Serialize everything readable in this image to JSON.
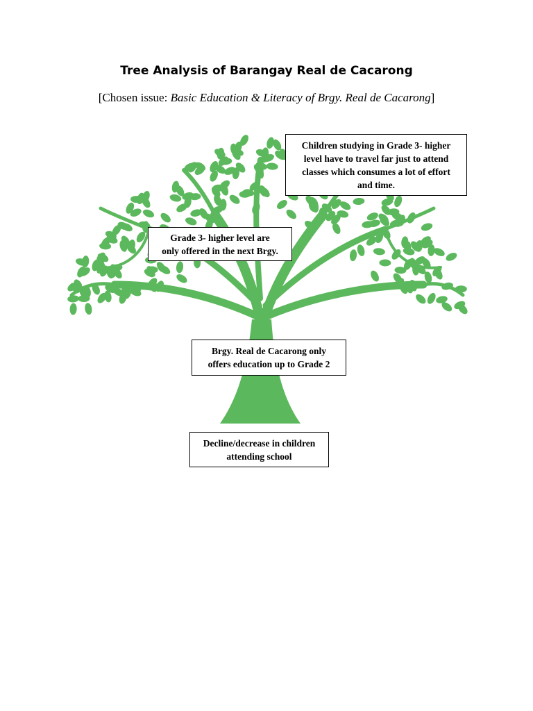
{
  "document": {
    "title": "Tree Analysis of Barangay Real de Cacarong",
    "subtitle_prefix": "[Chosen issue: ",
    "subtitle_italic": "Basic Education & Literacy of Brgy. Real de Cacarong",
    "subtitle_suffix": "]"
  },
  "tree": {
    "color": "#5cb85c",
    "notes": {
      "leaves": "Children studying in Grade 3- higher\nlevel have to travel far just to attend\nclasses which consumes a lot of effort\nand time.",
      "branches": "Grade 3- higher level are\nonly offered in the next Brgy.",
      "trunk": "Brgy. Real de Cacarong only\noffers education up to Grade 2",
      "roots": "Decline/decrease in children\nattending school"
    }
  }
}
